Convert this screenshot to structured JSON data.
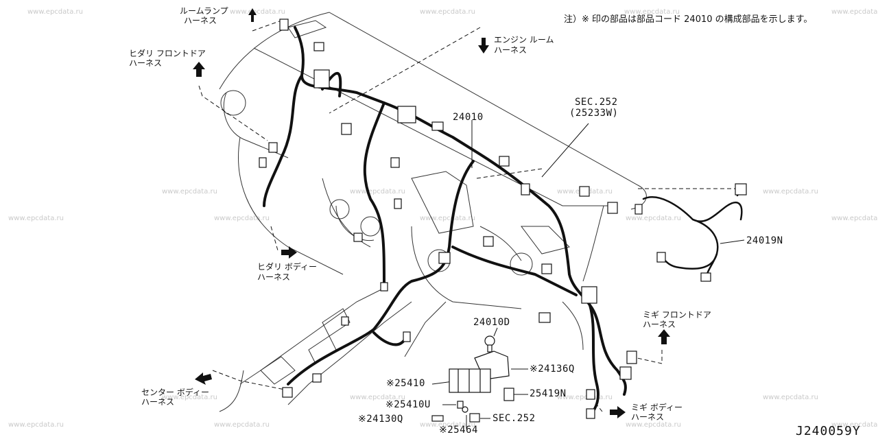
{
  "note": "注）※ 印の部品は部品コード 24010 の構成部品を示します。",
  "diagram_code": "J240059Y",
  "watermark": "www.epcdata.ru",
  "harness_labels": {
    "room_lamp": [
      "ルームランプ",
      "ハーネス"
    ],
    "engine_room": [
      "エンジン ルーム",
      "ハーネス"
    ],
    "left_front_door": [
      "ヒダリ フロントドア",
      "ハーネス"
    ],
    "left_body": [
      "ヒダリ ボディー",
      "ハーネス"
    ],
    "right_front_door": [
      "ミギ フロントドア",
      "ハーネス"
    ],
    "right_body": [
      "ミギ ボディー",
      "ハーネス"
    ],
    "center_body": [
      "センター ボディー",
      "ハーネス"
    ]
  },
  "parts": {
    "p24010": "24010",
    "sec252_top": [
      "SEC.252",
      "(25233W)"
    ],
    "p24019N": "24019N",
    "p24010D": "24010D",
    "p24136Q": "※24136Q",
    "p25410": "※25410",
    "p25419N": "25419N",
    "p25410U": "※25410U",
    "p241300": "※24130Q",
    "sec252_bottom": "SEC.252",
    "p25464": "※25464"
  }
}
